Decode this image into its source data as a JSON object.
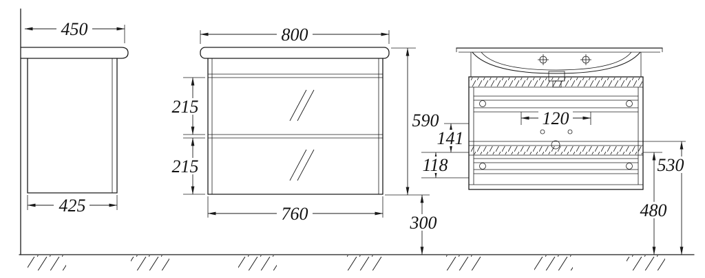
{
  "dimensions": {
    "side_top_depth": "450",
    "side_bottom_depth": "425",
    "front_overall_width": "800",
    "front_overall_height": "590",
    "drawer_upper_height": "215",
    "drawer_lower_height": "215",
    "front_carcass_width": "760",
    "floor_clearance": "300",
    "hole_spacing": "120",
    "rear_offset_upper": "141",
    "rear_offset_lower": "118",
    "mount_height_upper": "530",
    "mount_height_lower": "480"
  }
}
